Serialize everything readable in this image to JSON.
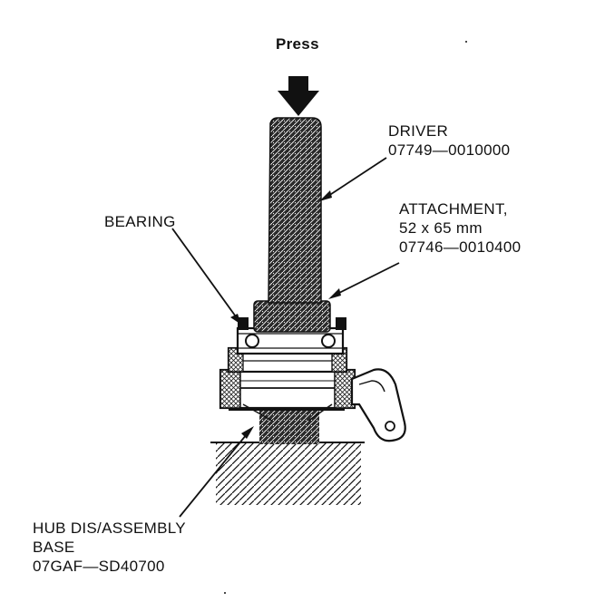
{
  "labels": {
    "press": "Press",
    "driver": {
      "name": "DRIVER",
      "part": "07749—0010000"
    },
    "attachment": {
      "name": "ATTACHMENT,",
      "size": "52 x 65 mm",
      "part": "07746—0010400"
    },
    "bearing": "BEARING",
    "hub_base": {
      "line1": "HUB DIS/ASSEMBLY",
      "line2": "BASE",
      "part": "07GAF—SD40700"
    }
  },
  "colors": {
    "ink": "#111111",
    "paper": "#ffffff"
  }
}
